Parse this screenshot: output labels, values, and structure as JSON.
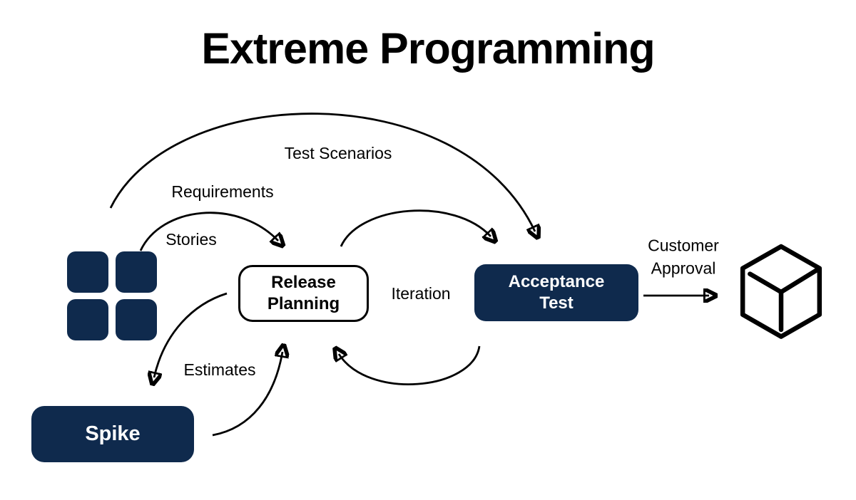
{
  "title": "Extreme Programming",
  "colors": {
    "navy": "#0f2a4d",
    "line": "#000000",
    "background": "#ffffff"
  },
  "nodes": {
    "user_stories": {
      "icon": "grid-squares-icon"
    },
    "release_planning": {
      "lines": [
        "Release",
        "Planning"
      ]
    },
    "acceptance_test": {
      "lines": [
        "Acceptance",
        "Test"
      ]
    },
    "spike": {
      "label": "Spike"
    },
    "product": {
      "icon": "cube-icon"
    }
  },
  "edge_labels": {
    "test_scenarios": "Test Scenarios",
    "requirements": "Requirements",
    "stories": "Stories",
    "iteration": "Iteration",
    "estimates": "Estimates",
    "customer_approval": {
      "lines": [
        "Customer",
        "Approval"
      ]
    }
  }
}
